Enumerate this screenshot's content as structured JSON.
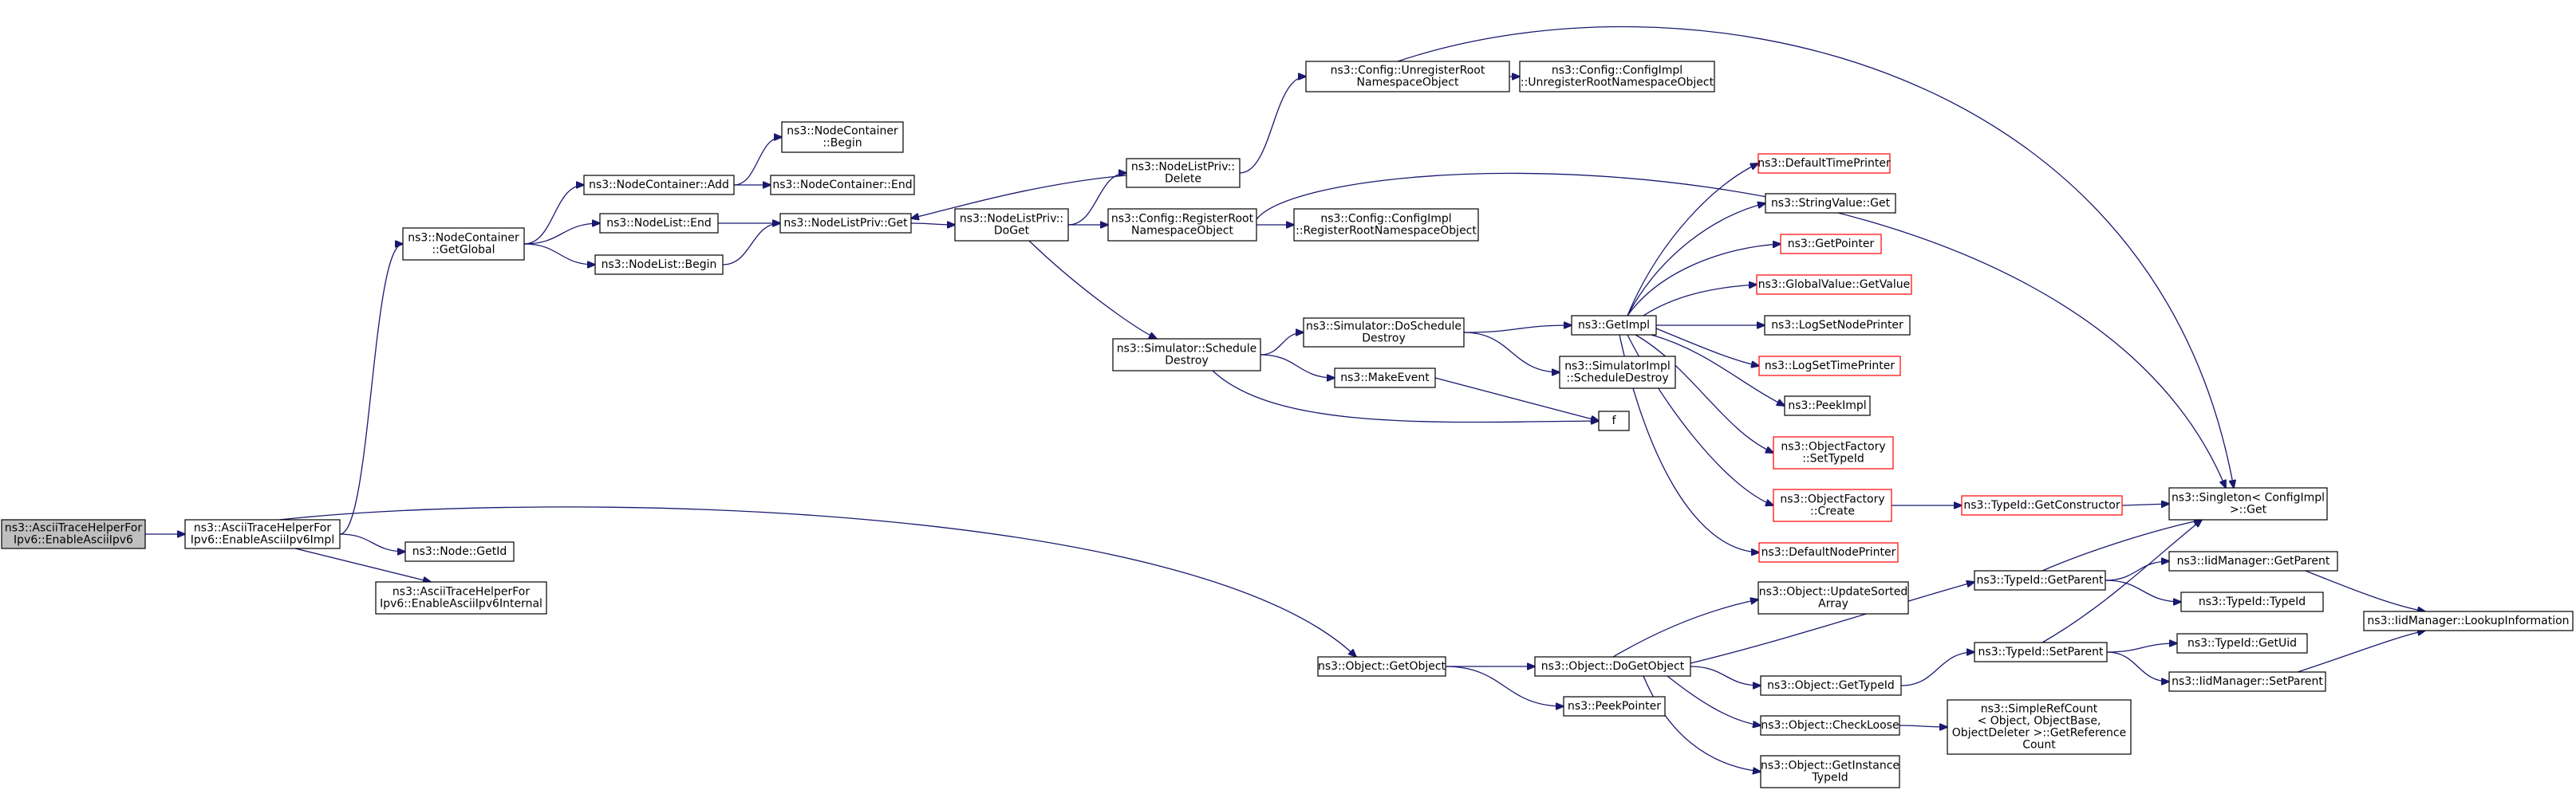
{
  "graph": {
    "type": "call-graph",
    "colors": {
      "edge": "#191970",
      "box_border": "#000000",
      "incomplete_border": "#ff0000",
      "root_fill": "#bfbfbf"
    },
    "nodes": [
      {
        "id": "n0",
        "lines": [
          "ns3::AsciiTraceHelperFor",
          "Ipv6::EnableAsciiIpv6"
        ],
        "style": "root"
      },
      {
        "id": "n1",
        "lines": [
          "ns3::AsciiTraceHelperFor",
          "Ipv6::EnableAsciiIpv6Impl"
        ]
      },
      {
        "id": "n2",
        "lines": [
          "ns3::NodeContainer",
          "::GetGlobal"
        ]
      },
      {
        "id": "n3",
        "lines": [
          "ns3::NodeContainer::Add"
        ]
      },
      {
        "id": "n4",
        "lines": [
          "ns3::NodeContainer",
          "::Begin"
        ]
      },
      {
        "id": "n5",
        "lines": [
          "ns3::NodeContainer::End"
        ]
      },
      {
        "id": "n6",
        "lines": [
          "ns3::NodeList::End"
        ]
      },
      {
        "id": "n7",
        "lines": [
          "ns3::NodeListPriv::Get"
        ]
      },
      {
        "id": "n8",
        "lines": [
          "ns3::NodeList::Begin"
        ]
      },
      {
        "id": "n9",
        "lines": [
          "ns3::NodeListPriv::",
          "DoGet"
        ]
      },
      {
        "id": "n10",
        "lines": [
          "ns3::NodeListPriv::",
          "Delete"
        ]
      },
      {
        "id": "n11",
        "lines": [
          "ns3::Config::UnregisterRoot",
          "NamespaceObject"
        ]
      },
      {
        "id": "n12",
        "lines": [
          "ns3::Config::ConfigImpl",
          "::UnregisterRootNamespaceObject"
        ]
      },
      {
        "id": "n13",
        "lines": [
          "ns3::Config::RegisterRoot",
          "NamespaceObject"
        ]
      },
      {
        "id": "n14",
        "lines": [
          "ns3::Config::ConfigImpl",
          "::RegisterRootNamespaceObject"
        ]
      },
      {
        "id": "n15",
        "lines": [
          "ns3::Simulator::Schedule",
          "Destroy"
        ]
      },
      {
        "id": "n16",
        "lines": [
          "ns3::Simulator::DoSchedule",
          "Destroy"
        ]
      },
      {
        "id": "n17",
        "lines": [
          "ns3::MakeEvent"
        ]
      },
      {
        "id": "n18",
        "lines": [
          "f"
        ]
      },
      {
        "id": "n19",
        "lines": [
          "ns3::GetImpl"
        ]
      },
      {
        "id": "n20",
        "lines": [
          "ns3::SimulatorImpl",
          "::ScheduleDestroy"
        ]
      },
      {
        "id": "n21",
        "lines": [
          "ns3::DefaultTimePrinter"
        ],
        "style": "red"
      },
      {
        "id": "n22",
        "lines": [
          "ns3::StringValue::Get"
        ]
      },
      {
        "id": "n23",
        "lines": [
          "ns3::GetPointer"
        ],
        "style": "red"
      },
      {
        "id": "n24",
        "lines": [
          "ns3::GlobalValue::GetValue"
        ],
        "style": "red"
      },
      {
        "id": "n25",
        "lines": [
          "ns3::LogSetNodePrinter"
        ]
      },
      {
        "id": "n26",
        "lines": [
          "ns3::LogSetTimePrinter"
        ],
        "style": "red"
      },
      {
        "id": "n27",
        "lines": [
          "ns3::PeekImpl"
        ]
      },
      {
        "id": "n28",
        "lines": [
          "ns3::ObjectFactory",
          "::SetTypeId"
        ],
        "style": "red"
      },
      {
        "id": "n29",
        "lines": [
          "ns3::ObjectFactory",
          "::Create"
        ],
        "style": "red"
      },
      {
        "id": "n30",
        "lines": [
          "ns3::DefaultNodePrinter"
        ],
        "style": "red"
      },
      {
        "id": "n31",
        "lines": [
          "ns3::TypeId::GetConstructor"
        ],
        "style": "red"
      },
      {
        "id": "n32",
        "lines": [
          "ns3::Singleton< ConfigImpl",
          " >::Get"
        ]
      },
      {
        "id": "n33",
        "lines": [
          "ns3::Node::GetId"
        ]
      },
      {
        "id": "n34",
        "lines": [
          "ns3::AsciiTraceHelperFor",
          "Ipv6::EnableAsciiIpv6Internal"
        ]
      },
      {
        "id": "n35",
        "lines": [
          "ns3::Object::GetObject"
        ]
      },
      {
        "id": "n36",
        "lines": [
          "ns3::Object::DoGetObject"
        ]
      },
      {
        "id": "n37",
        "lines": [
          "ns3::PeekPointer"
        ]
      },
      {
        "id": "n38",
        "lines": [
          "ns3::Object::UpdateSorted",
          "Array"
        ]
      },
      {
        "id": "n39",
        "lines": [
          "ns3::TypeId::GetParent"
        ]
      },
      {
        "id": "n40",
        "lines": [
          "ns3::IidManager::GetParent"
        ]
      },
      {
        "id": "n41",
        "lines": [
          "ns3::TypeId::TypeId"
        ]
      },
      {
        "id": "n42",
        "lines": [
          "ns3::IidManager::LookupInformation"
        ]
      },
      {
        "id": "n43",
        "lines": [
          "ns3::Object::GetTypeId"
        ]
      },
      {
        "id": "n44",
        "lines": [
          "ns3::TypeId::SetParent"
        ]
      },
      {
        "id": "n45",
        "lines": [
          "ns3::TypeId::GetUid"
        ]
      },
      {
        "id": "n46",
        "lines": [
          "ns3::IidManager::SetParent"
        ]
      },
      {
        "id": "n47",
        "lines": [
          "ns3::Object::CheckLoose"
        ]
      },
      {
        "id": "n48",
        "lines": [
          "ns3::SimpleRefCount",
          "< Object, ObjectBase,",
          " ObjectDeleter >::GetReference",
          "Count"
        ]
      },
      {
        "id": "n49",
        "lines": [
          "ns3::Object::GetInstance",
          "TypeId"
        ]
      }
    ],
    "edges": [
      [
        "n0",
        "n1"
      ],
      [
        "n1",
        "n2"
      ],
      [
        "n1",
        "n33"
      ],
      [
        "n1",
        "n34"
      ],
      [
        "n1",
        "n35"
      ],
      [
        "n2",
        "n3"
      ],
      [
        "n2",
        "n6"
      ],
      [
        "n2",
        "n8"
      ],
      [
        "n3",
        "n4"
      ],
      [
        "n3",
        "n5"
      ],
      [
        "n6",
        "n7"
      ],
      [
        "n8",
        "n7"
      ],
      [
        "n7",
        "n9"
      ],
      [
        "n9",
        "n10"
      ],
      [
        "n9",
        "n13"
      ],
      [
        "n9",
        "n15"
      ],
      [
        "n10",
        "n7"
      ],
      [
        "n10",
        "n11"
      ],
      [
        "n11",
        "n12"
      ],
      [
        "n11",
        "n32"
      ],
      [
        "n13",
        "n14"
      ],
      [
        "n13",
        "n32"
      ],
      [
        "n15",
        "n16"
      ],
      [
        "n15",
        "n17"
      ],
      [
        "n15",
        "n18"
      ],
      [
        "n16",
        "n19"
      ],
      [
        "n16",
        "n20"
      ],
      [
        "n17",
        "n18"
      ],
      [
        "n19",
        "n21"
      ],
      [
        "n19",
        "n22"
      ],
      [
        "n19",
        "n23"
      ],
      [
        "n19",
        "n24"
      ],
      [
        "n19",
        "n25"
      ],
      [
        "n19",
        "n26"
      ],
      [
        "n19",
        "n27"
      ],
      [
        "n19",
        "n28"
      ],
      [
        "n19",
        "n29"
      ],
      [
        "n19",
        "n30"
      ],
      [
        "n29",
        "n31"
      ],
      [
        "n31",
        "n32"
      ],
      [
        "n35",
        "n36"
      ],
      [
        "n35",
        "n37"
      ],
      [
        "n36",
        "n38"
      ],
      [
        "n36",
        "n39"
      ],
      [
        "n36",
        "n43"
      ],
      [
        "n36",
        "n47"
      ],
      [
        "n36",
        "n49"
      ],
      [
        "n39",
        "n32"
      ],
      [
        "n39",
        "n40"
      ],
      [
        "n39",
        "n41"
      ],
      [
        "n40",
        "n42"
      ],
      [
        "n43",
        "n44"
      ],
      [
        "n44",
        "n32"
      ],
      [
        "n44",
        "n45"
      ],
      [
        "n44",
        "n46"
      ],
      [
        "n46",
        "n42"
      ],
      [
        "n47",
        "n48"
      ]
    ]
  }
}
